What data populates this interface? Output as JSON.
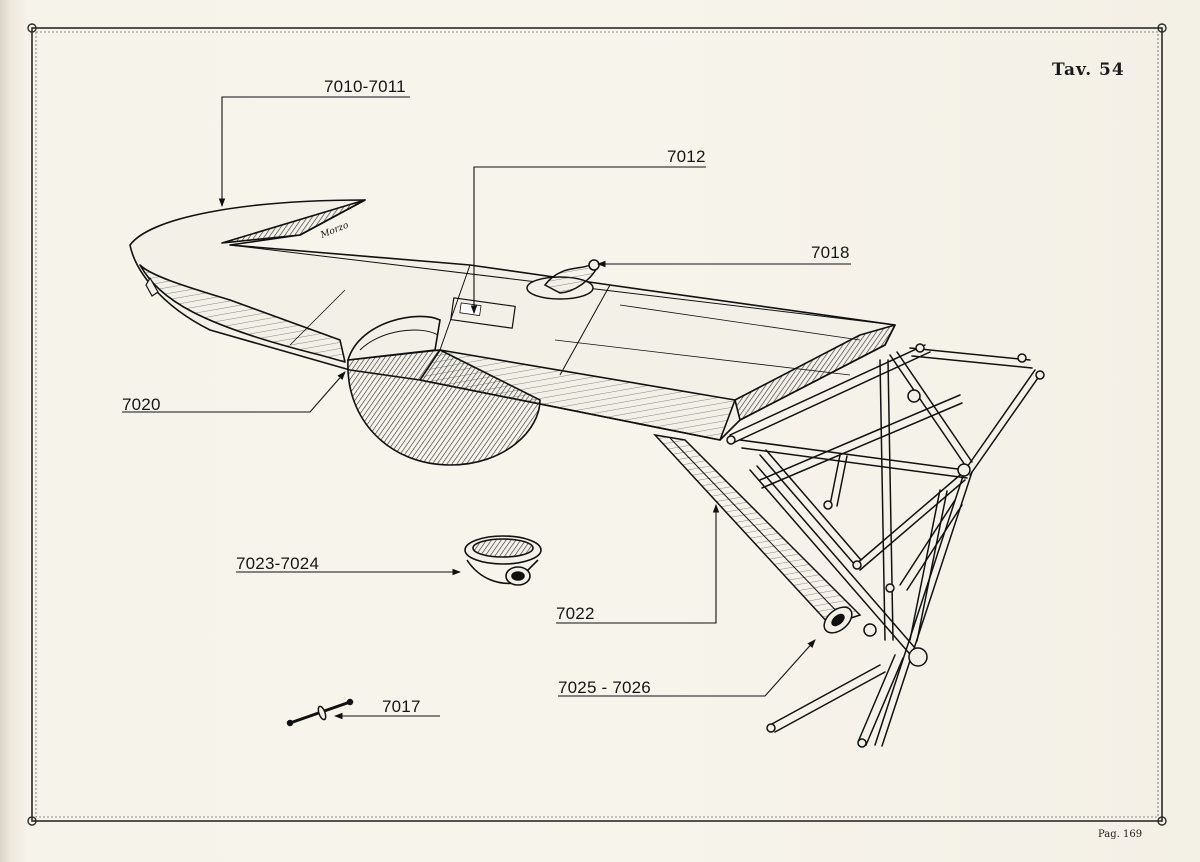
{
  "plate": {
    "title": "Tav. 54",
    "page_number": "Pag. 169"
  },
  "drawing": {
    "wing_inscription": "Morzo"
  },
  "callouts": [
    {
      "id": "wing",
      "label": "7010-7011"
    },
    {
      "id": "center-panel",
      "label": "7012"
    },
    {
      "id": "handle",
      "label": "7018"
    },
    {
      "id": "fairing",
      "label": "7020"
    },
    {
      "id": "cup",
      "label": "7023-7024"
    },
    {
      "id": "strut",
      "label": "7022"
    },
    {
      "id": "fitting",
      "label": "7025 - 7026"
    },
    {
      "id": "pin",
      "label": "7017"
    }
  ]
}
